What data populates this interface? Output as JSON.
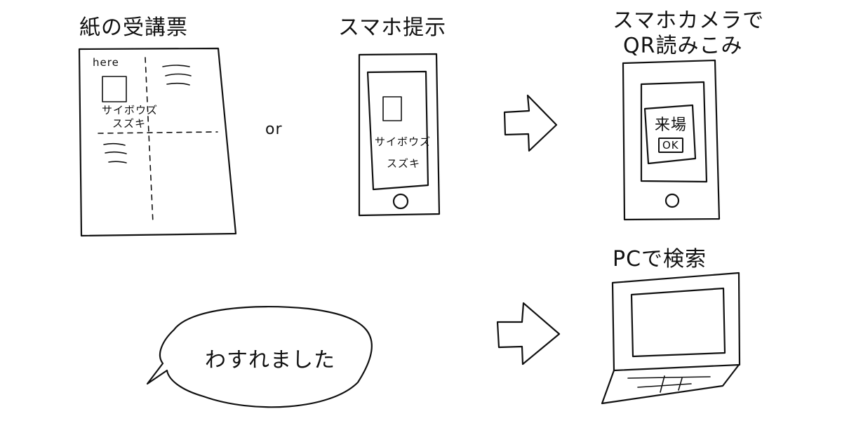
{
  "labels": {
    "paper_ticket_title": "紙の受講票",
    "paper_here": "here",
    "paper_name_line1": "サイボウズ",
    "paper_name_line2": "スズキ",
    "or": "or",
    "phone_show_title": "スマホ提示",
    "phone_show_name_line1": "サイボウズ",
    "phone_show_name_line2": "スズキ",
    "camera_title_line1": "スマホカメラで",
    "camera_title_line2": "QR読みこみ",
    "camera_screen_text": "来場",
    "camera_ok": "OK",
    "pc_search_title": "PCで検索",
    "forgot": "わすれました"
  },
  "colors": {
    "ink": "#111111",
    "paper": "#ffffff"
  }
}
